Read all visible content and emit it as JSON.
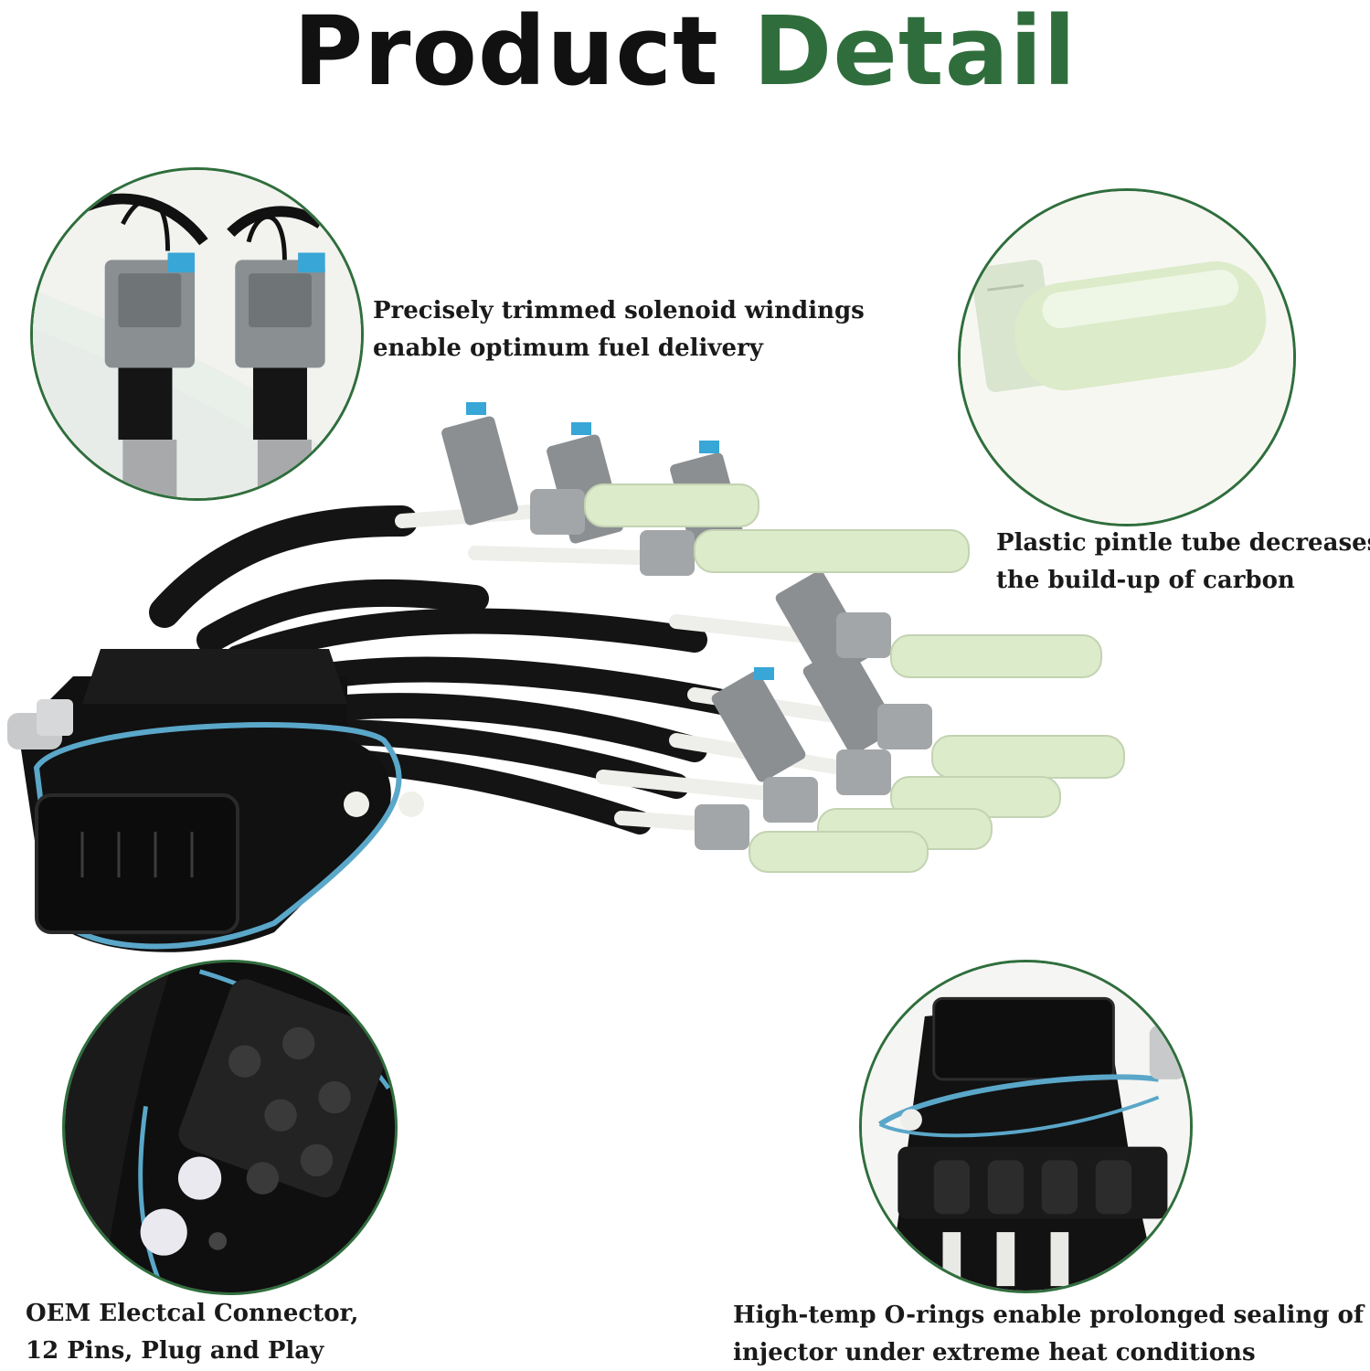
{
  "header": {
    "title_word1": "Product",
    "title_word2": "Detail"
  },
  "colors": {
    "accent": "#2f6e3c",
    "text": "#1a1a1a",
    "seal_blue": "#5aa7c9",
    "tube_green": "#dcebc9"
  },
  "features": [
    {
      "line1": "Precisely trimmed solenoid windings",
      "line2": "enable optimum fuel delivery"
    },
    {
      "line1": "Plastic pintle tube decreases",
      "line2": "the build-up of carbon"
    },
    {
      "line1": "OEM Electcal Connector,",
      "line2": "12 Pins, Plug and Play"
    },
    {
      "line1": "High-temp O-rings enable prolonged sealing of",
      "line2": "injector under extreme heat conditions"
    }
  ]
}
